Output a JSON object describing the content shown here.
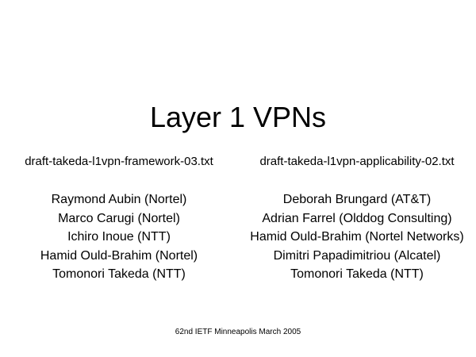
{
  "slide": {
    "title": "Layer 1 VPNs",
    "footer": "62nd IETF Minneapolis March 2005",
    "background_color": "#ffffff",
    "text_color": "#000000",
    "columns": [
      {
        "document": "draft-takeda-l1vpn-framework-03.txt",
        "authors": [
          "Raymond Aubin (Nortel)",
          "Marco Carugi (Nortel)",
          "Ichiro Inoue (NTT)",
          "Hamid Ould-Brahim (Nortel)",
          "Tomonori Takeda (NTT)"
        ]
      },
      {
        "document": "draft-takeda-l1vpn-applicability-02.txt",
        "authors": [
          "Deborah Brungard (AT&T)",
          "Adrian Farrel (Olddog Consulting)",
          "Hamid Ould-Brahim (Nortel Networks)",
          "Dimitri Papadimitriou (Alcatel)",
          "Tomonori Takeda (NTT)"
        ]
      }
    ]
  }
}
